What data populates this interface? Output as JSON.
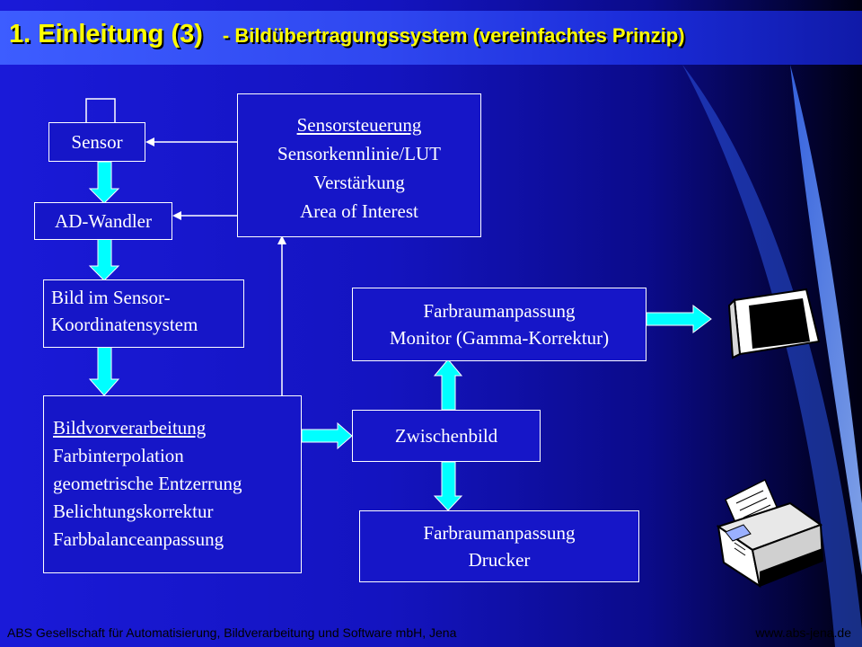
{
  "title": {
    "main": "1. Einleitung (3)",
    "subtitle": "- Bildübertragungssystem (vereinfachtes Prinzip)"
  },
  "boxes": {
    "sensor": "Sensor",
    "ad_wandler": "AD-Wandler",
    "bild_sensor": [
      "Bild im Sensor-",
      "Koordinatensystem"
    ],
    "sensorsteuerung": [
      "Sensorsteuerung",
      "Sensorkennlinie/LUT",
      "Verstärkung",
      "Area of Interest"
    ],
    "bildvorverarbeitung": [
      "Bildvorverarbeitung",
      "Farbinterpolation",
      "geometrische  Entzerrung",
      "Belichtungskorrektur",
      "Farbbalanceanpassung"
    ],
    "zwischenbild": "Zwischenbild",
    "farbraum_monitor": [
      "Farbraumanpassung",
      "Monitor (Gamma-Korrektur)"
    ],
    "farbraum_drucker": [
      "Farbraumanpassung",
      "Drucker"
    ]
  },
  "icons": {
    "monitor": "monitor-icon",
    "printer": "printer-icon"
  },
  "colors": {
    "title_text": "#ffff00",
    "arrow_fill": "#00ffff",
    "box_border": "#ffffff",
    "text": "#ffffff"
  },
  "footer": {
    "left": "ABS Gesellschaft für Automatisierung, Bildverarbeitung und Software mbH, Jena",
    "right": "www.abs-jena.de"
  }
}
